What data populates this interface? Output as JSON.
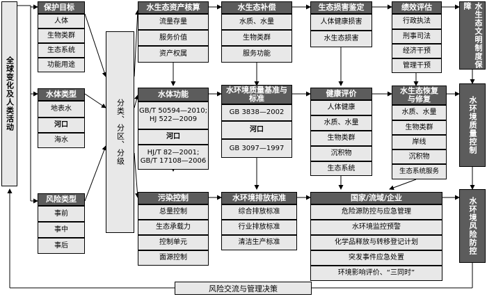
{
  "left_driver": "全球变化及人类活动",
  "classify": "分类、分区、分级",
  "protect_target": {
    "title": "保护目标",
    "items": [
      "人体",
      "生物类群",
      "生态系统",
      "功能用途"
    ]
  },
  "water_type": {
    "title": "水体类型",
    "items": [
      "地表水",
      "河口",
      "海水"
    ]
  },
  "risk_type": {
    "title": "风险类型",
    "items": [
      "事前",
      "事中",
      "事后"
    ]
  },
  "asset_accounting": {
    "title": "水生态资产核算",
    "items": [
      "流量存量",
      "服务价值",
      "资产权属"
    ]
  },
  "water_function": {
    "title": "水体功能",
    "items": [
      "GB/T 50594—2010;",
      "HJ 522—2009",
      "河口",
      "HJ/T 82—2001;",
      "GB/T 17108—2006"
    ]
  },
  "pollution_control": {
    "title": "污染控制",
    "items": [
      "总量控制",
      "生态承载力",
      "控制单元",
      "面源控制"
    ]
  },
  "eco_compensation": {
    "title": "水生态补偿",
    "items": [
      "水质、水量",
      "生物类群",
      "服务功能"
    ]
  },
  "quality_standard": {
    "title": "水环境质量基准与标准",
    "items": [
      "GB 3838—2002",
      "河口",
      "GB 3097—1997"
    ]
  },
  "discharge_standard": {
    "title": "水环境排放标准",
    "items": [
      "综合排放标准",
      "行业排放标准",
      "清洁生产标准"
    ]
  },
  "damage_assessment": {
    "title": "生态损害鉴定",
    "items": [
      "人体健康损害",
      "水生态损害"
    ]
  },
  "health_evaluation": {
    "title": "健康评价",
    "items": [
      "人体健康",
      "水质、水量",
      "生物类群",
      "沉积物",
      "生态系统"
    ]
  },
  "national": {
    "title": "国家/流域/企业",
    "items": [
      "危险源防控与应急管理",
      "水环境监控预警",
      "化学品释放与转移登记计划",
      "突发事件应急处置",
      "环境影响评价、“三同时”"
    ]
  },
  "performance": {
    "title": "绩效评估",
    "items": [
      "行政执法",
      "刑事司法",
      "经济干预",
      "管理干预"
    ]
  },
  "restoration": {
    "title": "水生态恢复与修复",
    "items": [
      "水质、水量",
      "生物类群",
      "岸线",
      "沉积物",
      "生态系统服务"
    ]
  },
  "right_col": [
    "水生态文明制度保障",
    "水环境质量控制",
    "水环境风险防控"
  ],
  "bottom_banner": "风险交流与管理决策"
}
